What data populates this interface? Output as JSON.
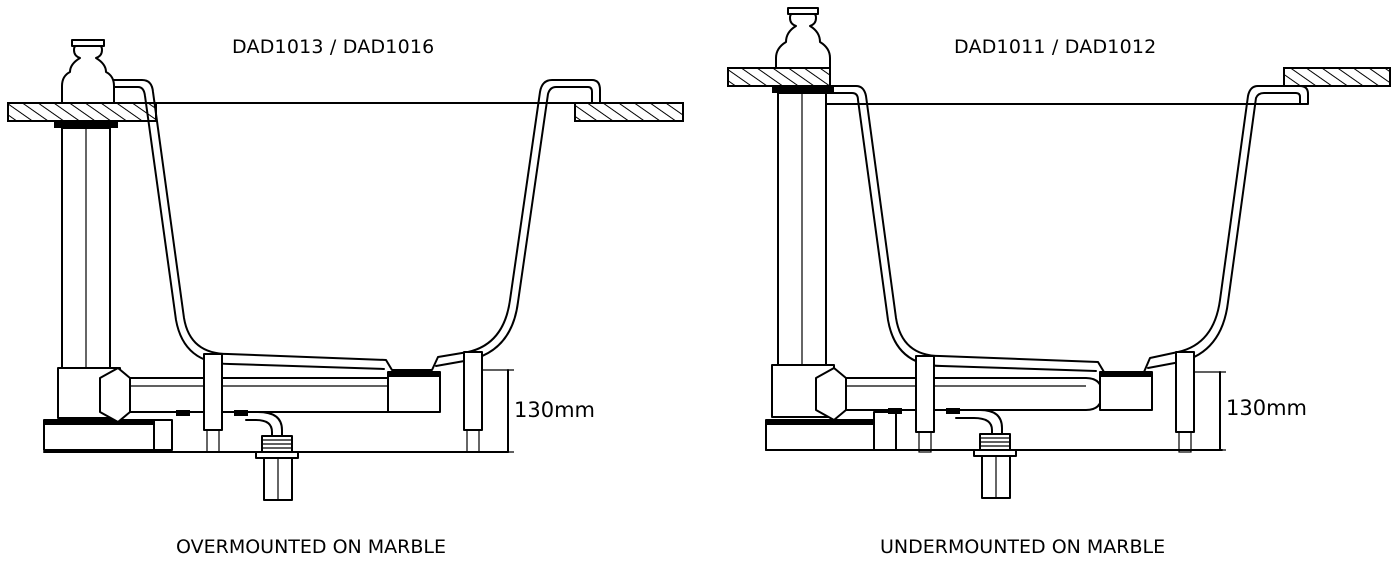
{
  "left": {
    "title": "DAD1013 / DAD1016",
    "caption": "OVERMOUNTED ON MARBLE",
    "dimension": "130mm"
  },
  "right": {
    "title": "DAD1011 / DAD1012",
    "caption": "UNDERMOUNTED ON MARBLE",
    "dimension": "130mm"
  }
}
